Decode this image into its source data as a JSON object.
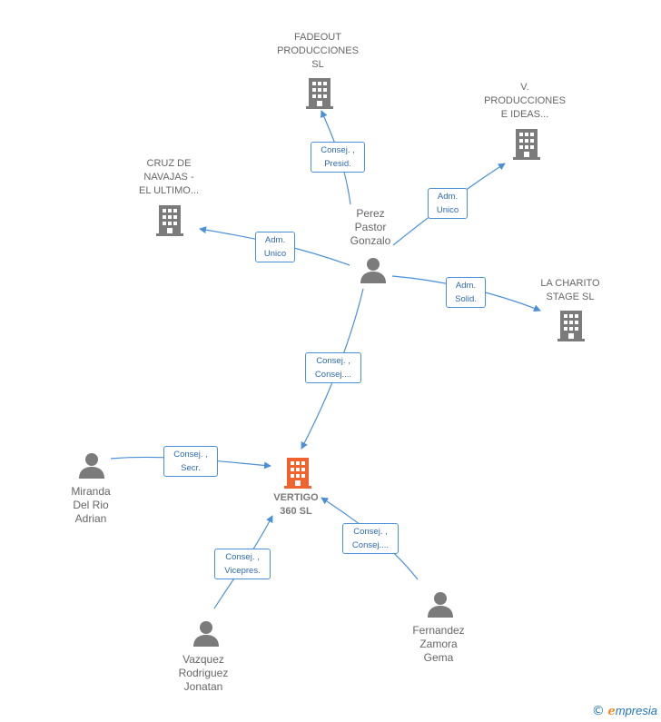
{
  "colors": {
    "edge": "#4a90d9",
    "company": "#7b7b7b",
    "company_main": "#f0622e",
    "person": "#7b7b7b"
  },
  "nodes": {
    "fadeout": {
      "label": "FADEOUT\nPRODUCCIONES\nSL",
      "icon": "building-icon"
    },
    "v_producciones": {
      "label": "V.\nPRODUCCIONES\nE IDEAS...",
      "icon": "building-icon"
    },
    "cruz": {
      "label": "CRUZ DE\nNAVAJAS -\nEL ULTIMO...",
      "icon": "building-icon"
    },
    "charito": {
      "label": "LA CHARITO\nSTAGE  SL",
      "icon": "building-icon"
    },
    "perez": {
      "label": "Perez\nPastor\nGonzalo",
      "icon": "person-icon"
    },
    "vertigo": {
      "label": "VERTIGO\n360  SL",
      "icon": "building-icon"
    },
    "miranda": {
      "label": "Miranda\nDel Rio\nAdrian",
      "icon": "person-icon"
    },
    "vazquez": {
      "label": "Vazquez\nRodriguez\nJonatan",
      "icon": "person-icon"
    },
    "fernandez": {
      "label": "Fernandez\nZamora\nGema",
      "icon": "person-icon"
    }
  },
  "edges": {
    "perez_fadeout": "Consej. ,\nPresid.",
    "perez_vprod": "Adm.\nUnico",
    "perez_cruz": "Adm.\nUnico",
    "perez_charito": "Adm.\nSolid.",
    "perez_vertigo": "Consej. ,\nConsej....",
    "miranda_vertigo": "Consej. ,\nSecr.",
    "vazquez_vertigo": "Consej. ,\nVicepres.",
    "fernandez_vertigo": "Consej. ,\nConsej...."
  },
  "footer": {
    "copyright": "©",
    "brand_e": "e",
    "brand_rest": "mpresia"
  }
}
